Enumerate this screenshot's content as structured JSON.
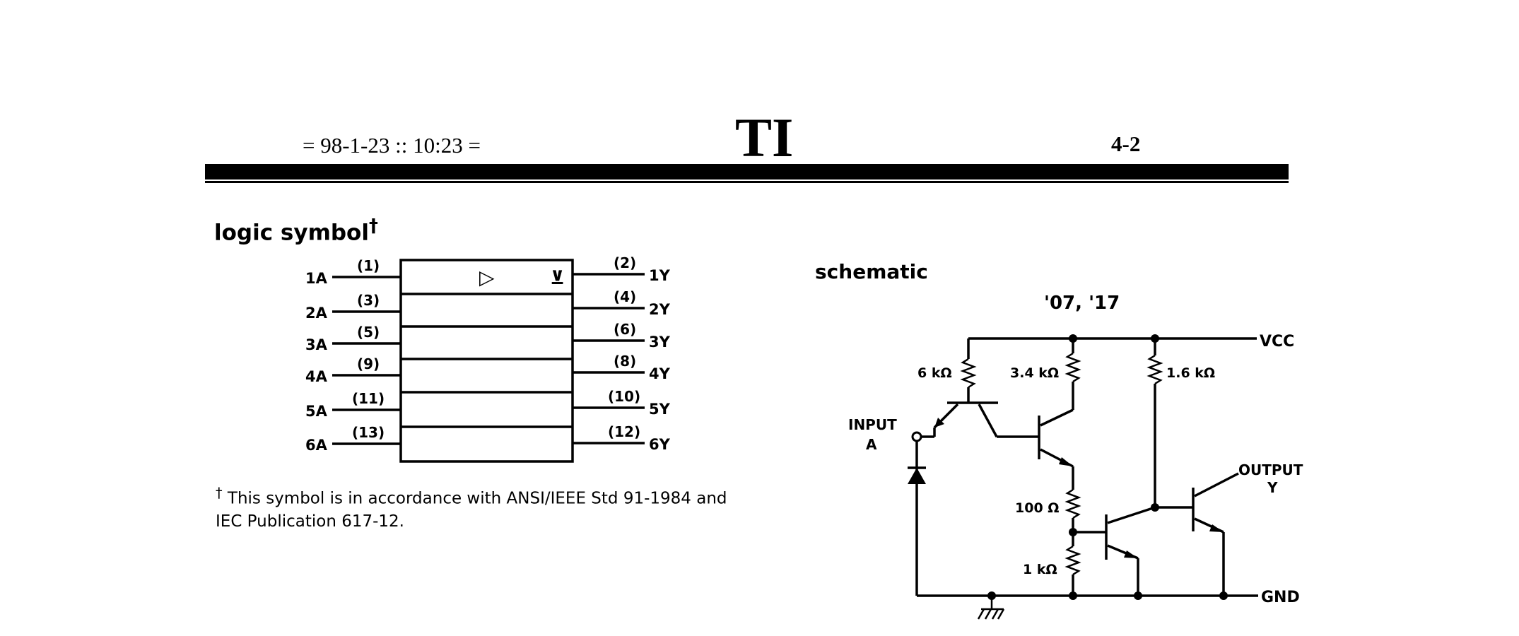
{
  "header": {
    "date": "= 98-1-23 :: 10:23 =",
    "brand": "TI",
    "page_number": "4-2"
  },
  "logic_symbol": {
    "heading": "logic symbol",
    "dagger": "†",
    "buffer_symbol": "▷",
    "open_collector_symbol": "⊻",
    "inputs": [
      {
        "label": "1A",
        "pin": "(1)"
      },
      {
        "label": "2A",
        "pin": "(3)"
      },
      {
        "label": "3A",
        "pin": "(5)"
      },
      {
        "label": "4A",
        "pin": "(9)"
      },
      {
        "label": "5A",
        "pin": "(11)"
      },
      {
        "label": "6A",
        "pin": "(13)"
      }
    ],
    "outputs": [
      {
        "label": "1Y",
        "pin": "(2)"
      },
      {
        "label": "2Y",
        "pin": "(4)"
      },
      {
        "label": "3Y",
        "pin": "(6)"
      },
      {
        "label": "4Y",
        "pin": "(8)"
      },
      {
        "label": "5Y",
        "pin": "(10)"
      },
      {
        "label": "6Y",
        "pin": "(12)"
      }
    ],
    "footnote_mark": "†",
    "footnote_line1": "This symbol is in accordance with ANSI/IEEE Std 91-1984 and",
    "footnote_line2": "IEC Publication 617-12."
  },
  "schematic": {
    "heading": "schematic",
    "variant": "'07, '17",
    "vcc": "VCC",
    "gnd": "GND",
    "input_label": "INPUT",
    "input_name": "A",
    "output_label": "OUTPUT",
    "output_name": "Y",
    "resistors": {
      "r1": "6 kΩ",
      "r2": "3.4 kΩ",
      "r3": "1.6 kΩ",
      "r4": "100 Ω",
      "r5": "1 kΩ"
    }
  }
}
